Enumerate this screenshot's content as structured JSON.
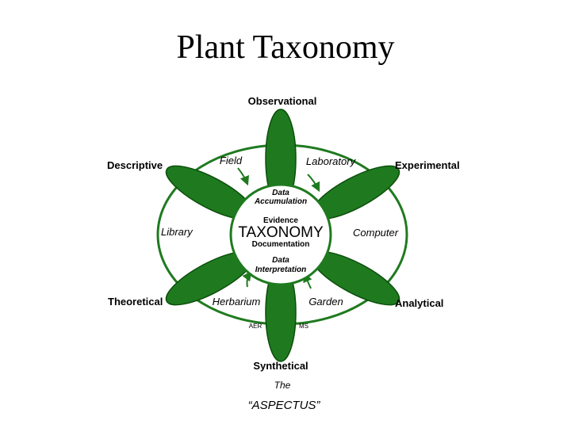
{
  "title": "Plant Taxonomy",
  "colors": {
    "petal": "#1f7a1f",
    "outline": "#0b4f0b",
    "arrow": "#1f7a1f"
  },
  "petals": {
    "observational": "Observational",
    "descriptive": "Descriptive",
    "experimental": "Experimental",
    "theoretical": "Theoretical",
    "analytical": "Analytical",
    "synthetical": "Synthetical"
  },
  "sources": {
    "field": "Field",
    "laboratory": "Laboratory",
    "library": "Library",
    "computer": "Computer",
    "herbarium": "Herbarium",
    "garden": "Garden",
    "aer": "AER",
    "ms": "MS"
  },
  "center": {
    "data_accumulation_1": "Data",
    "data_accumulation_2": "Accumulation",
    "evidence": "Evidence",
    "taxonomy": "TAXONOMY",
    "documentation": "Documentation",
    "data_interpretation_1": "Data",
    "data_interpretation_2": "Interpretation"
  },
  "caption": {
    "line1": "The",
    "line2": "“ASPECTUS”"
  }
}
